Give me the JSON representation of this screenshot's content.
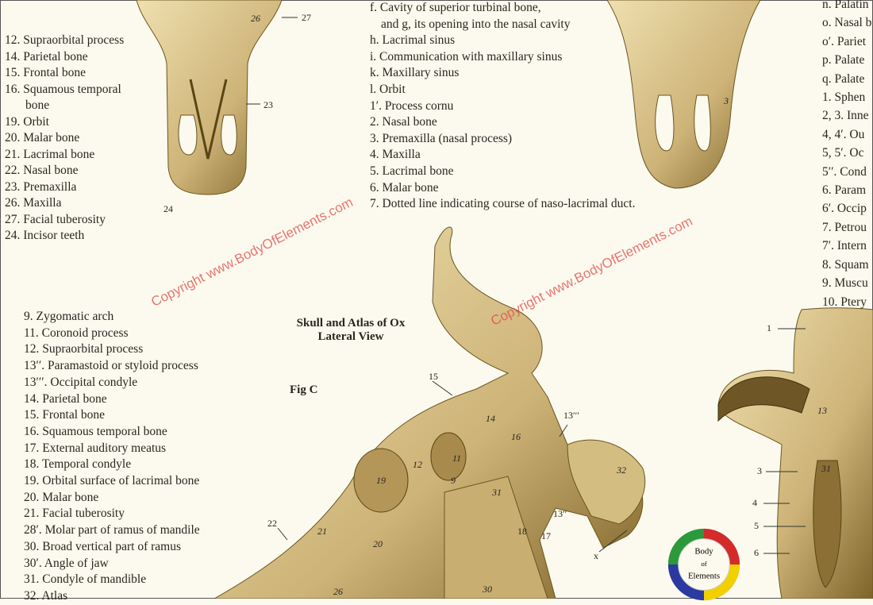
{
  "lists": {
    "top_left": [
      "12. Supraorbital process",
      "14. Parietal bone",
      "15. Frontal bone",
      "16. Squamous temporal",
      "  bone",
      "19. Orbit",
      "20. Malar bone",
      "21. Lacrimal bone",
      "22. Nasal bone",
      "23. Premaxilla",
      "26. Maxilla",
      "27. Facial tuberosity",
      "24. Incisor teeth"
    ],
    "top_center": [
      "f. Cavity of superior turbinal bone,",
      "   and g, its opening into the nasal cavity",
      "h. Lacrimal sinus",
      "i. Communication with maxillary sinus",
      "k. Maxillary sinus",
      "l. Orbit",
      "1′. Process cornu",
      "2. Nasal bone",
      "3. Premaxilla (nasal process)",
      "4. Maxilla",
      "5. Lacrimal bone",
      "6. Malar bone",
      "7. Dotted line indicating course of naso-lacrimal duct."
    ],
    "top_right": [
      "n. Palatin",
      "o. Nasal b",
      "o′. Pariet",
      "p. Palate",
      "q. Palate",
      "1. Sphen",
      "2, 3. Inne",
      "4, 4′. Ou",
      "5, 5′. Oc",
      "5′′. Cond",
      "6. Param",
      "6′. Occip",
      "7. Petrou",
      "7′. Intern",
      "8. Squam",
      "9. Muscu",
      "10. Ptery"
    ],
    "bottom_left": [
      "9. Zygomatic arch",
      "11. Coronoid process",
      "12. Supraorbital process",
      "13′′. Paramastoid or styloid process",
      "13′′′. Occipital condyle",
      "14. Parietal bone",
      "15. Frontal bone",
      "16. Squamous temporal bone",
      "17. External auditory meatus",
      "18. Temporal condyle",
      "19. Orbital surface of lacrimal bone",
      "20. Malar bone",
      "21. Facial tuberosity",
      "28′. Molar part of ramus of mandile",
      "30. Broad vertical part of ramus",
      "30′. Angle of jaw",
      "31. Condyle of mandible",
      "32. Atlas"
    ]
  },
  "figure_c": {
    "title_line1": "Skull and Atlas of Ox",
    "title_line2": "Lateral View",
    "fig_label": "Fig C"
  },
  "labels": {
    "tl": [
      "26",
      "27",
      "23",
      "24"
    ],
    "tc": [
      "3"
    ],
    "lateral": [
      "15",
      "14",
      "16",
      "12",
      "11",
      "9",
      "19",
      "13′′′",
      "32",
      "31",
      "13′′",
      "18",
      "17",
      "x",
      "22",
      "21",
      "20",
      "26",
      "30"
    ],
    "right": [
      "1",
      "3",
      "4",
      "5",
      "6",
      "31",
      "13"
    ]
  },
  "watermark": "Copyright www.BodyOfElements.com",
  "logo": {
    "line1": "Body",
    "line2": "of",
    "line3": "Elements"
  },
  "colors": {
    "bone": "#d9c48a",
    "bone_dark": "#6b5520",
    "paper": "#fcfaee",
    "watermark": "#e04848"
  }
}
